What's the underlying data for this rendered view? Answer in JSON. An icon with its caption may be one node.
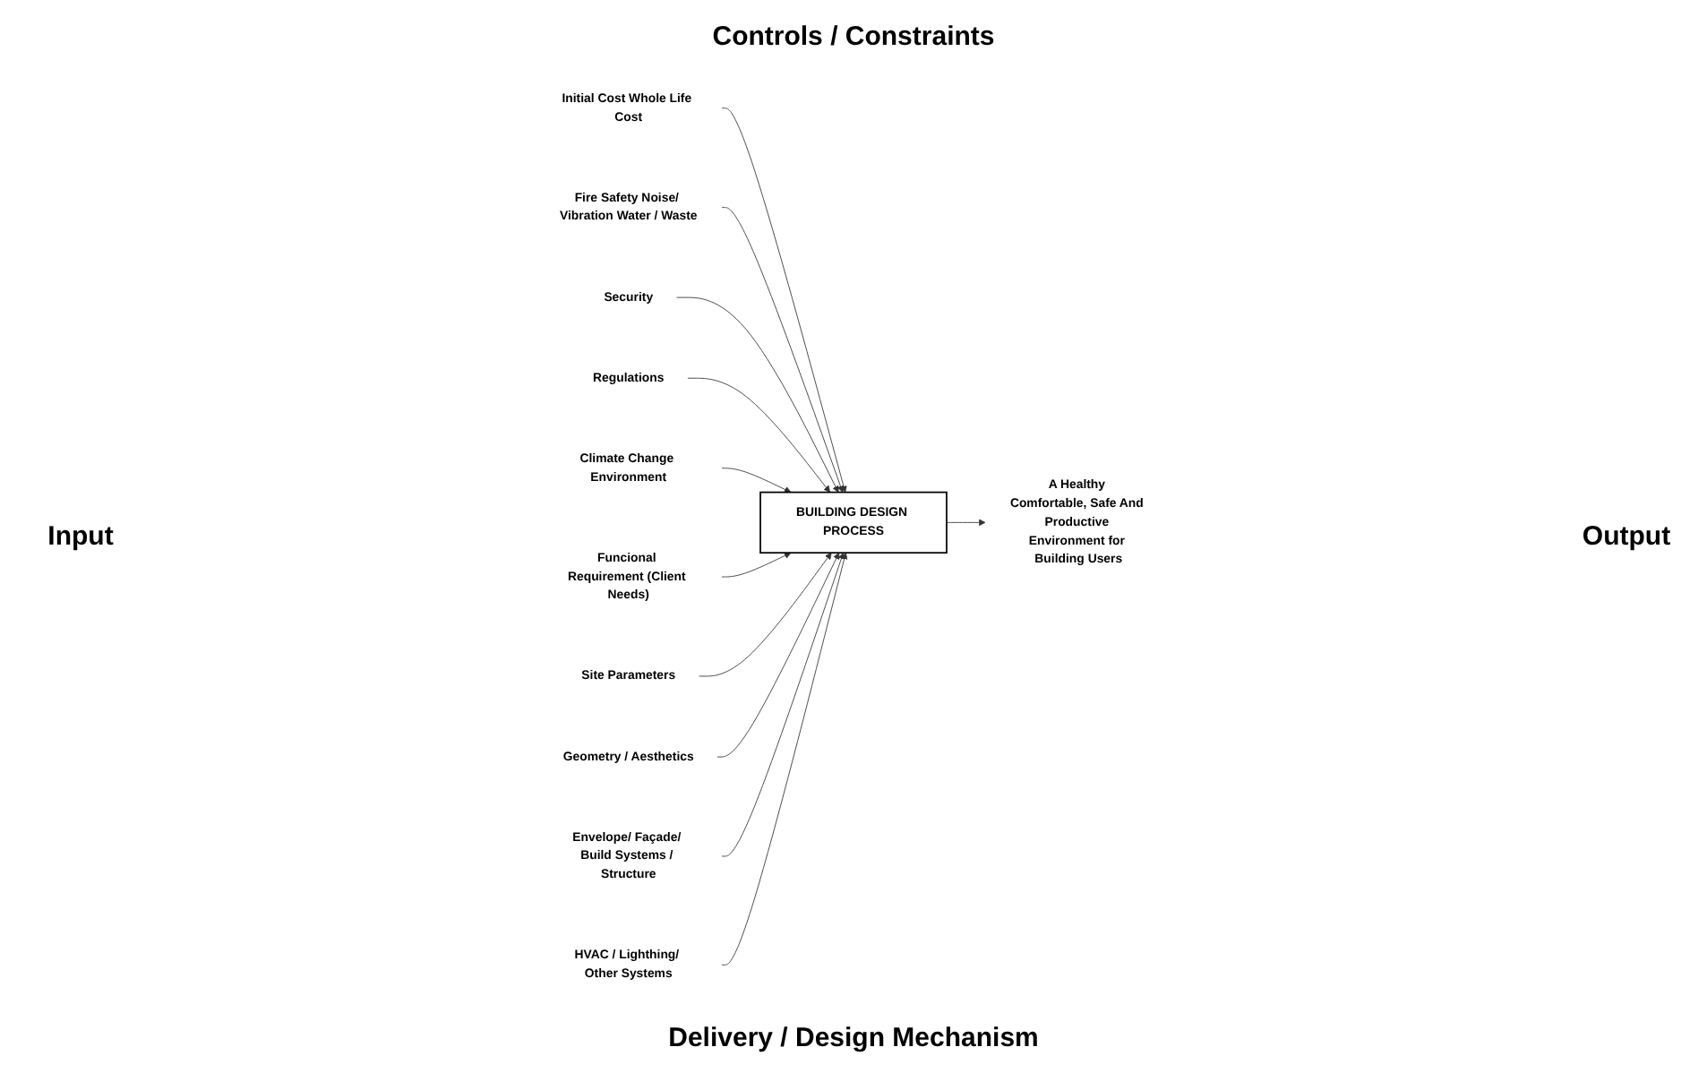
{
  "diagram": {
    "nodes": [
      {
        "text": [
          "BUILDING DESIGN PROCESS"
        ]
      },
      {
        "text": [
          "Initial Cost Whole Life Cost"
        ]
      },
      {
        "text": [
          "Fire Safety Noise/ Vibration Water / Waste"
        ]
      },
      {
        "text": [
          "Security"
        ]
      },
      {
        "text": [
          "Regulations"
        ]
      },
      {
        "text": [
          "Climate Change Environment"
        ]
      },
      {
        "text": [
          "Funcional Requirement (Client Needs)"
        ]
      },
      {
        "text": [
          "Site Parameters"
        ]
      },
      {
        "text": [
          "A Healthy Comfortable, Safe And Productive Environment for Building Users"
        ]
      },
      {
        "text": [
          "Geometry / Aesthetics"
        ]
      },
      {
        "text": [
          "Envelope/ Façade/ Build Systems / Structure"
        ]
      },
      {
        "text": [
          "HVAC / Lighthing/ Other Systems"
        ]
      }
    ],
    "edges": [
      {
        "from": 1,
        "to": 0,
        "arrow": "to"
      },
      {
        "from": 2,
        "to": 0,
        "arrow": "to"
      },
      {
        "from": 3,
        "to": 0,
        "arrow": "to"
      },
      {
        "from": 4,
        "to": 0,
        "arrow": "to"
      },
      {
        "from": 5,
        "to": 0,
        "arrow": "to"
      },
      {
        "from": 6,
        "to": 0,
        "arrow": "to"
      },
      {
        "from": 7,
        "to": 0,
        "arrow": "to"
      },
      {
        "from": 0,
        "to": 8,
        "arrow": "to"
      },
      {
        "from": 9,
        "to": 0,
        "arrow": "to"
      },
      {
        "from": 10,
        "to": 0,
        "arrow": "to"
      },
      {
        "from": 11,
        "to": 0,
        "arrow": "to"
      }
    ],
    "labels": [
      "Controls / Constraints",
      "Input",
      "Output",
      "Delivery / Design Mechanism"
    ]
  }
}
